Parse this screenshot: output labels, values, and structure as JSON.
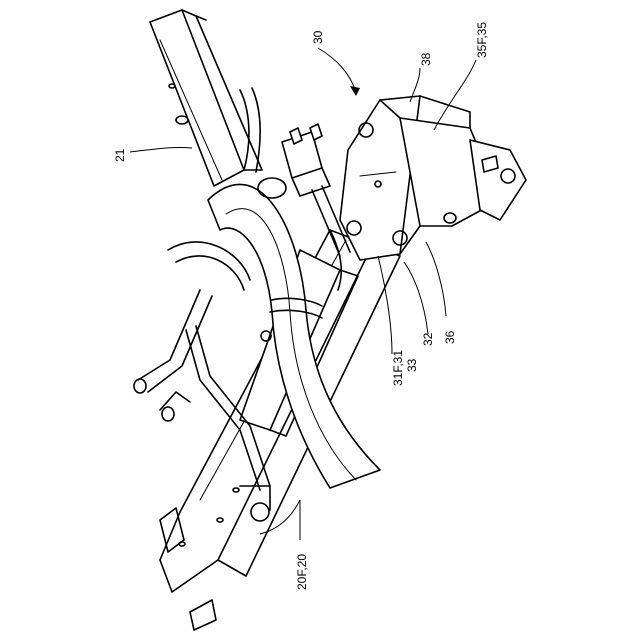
{
  "labels": {
    "ref_21": "21",
    "ref_30": "30",
    "ref_38": "38",
    "ref_35f_35": "35F,35",
    "ref_31f_31": "31F,31",
    "ref_33": "33",
    "ref_32": "32",
    "ref_36": "36",
    "ref_20f_20": "20F,20"
  }
}
